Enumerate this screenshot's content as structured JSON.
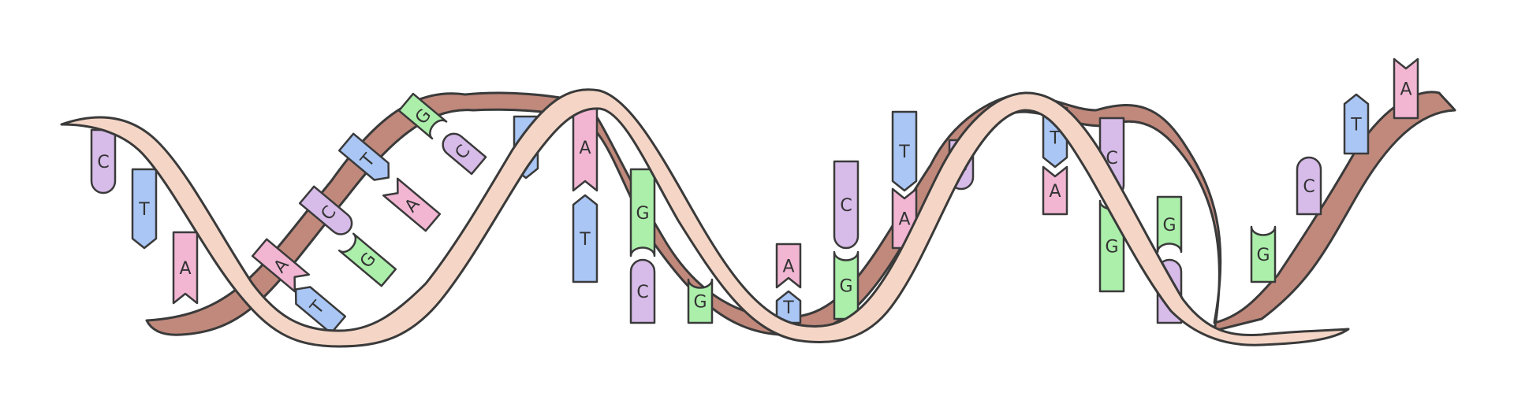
{
  "diagram": {
    "colors": {
      "outline": "#3a3a3a",
      "strand_back": "#c0897c",
      "strand_front": "#f5d6c6",
      "A": "#f2b6d3",
      "T": "#a9c6f5",
      "G": "#abefaa",
      "C": "#d7bbe9"
    },
    "bases": [
      {
        "id": "b01",
        "letter": "C"
      },
      {
        "id": "b02",
        "letter": "T"
      },
      {
        "id": "b03",
        "letter": "A"
      },
      {
        "id": "b04",
        "letter": "A"
      },
      {
        "id": "b05",
        "letter": "T"
      },
      {
        "id": "b06",
        "letter": "C"
      },
      {
        "id": "b07",
        "letter": "G"
      },
      {
        "id": "b08",
        "letter": "T"
      },
      {
        "id": "b09",
        "letter": "A"
      },
      {
        "id": "b10",
        "letter": "G"
      },
      {
        "id": "b11",
        "letter": "C"
      },
      {
        "id": "b12",
        "letter": "T"
      },
      {
        "id": "b13",
        "letter": "A"
      },
      {
        "id": "b14",
        "letter": "T"
      },
      {
        "id": "b15",
        "letter": "G"
      },
      {
        "id": "b16",
        "letter": "C"
      },
      {
        "id": "b17",
        "letter": "G"
      },
      {
        "id": "b18",
        "letter": "A"
      },
      {
        "id": "b19",
        "letter": "T"
      },
      {
        "id": "b20",
        "letter": "C"
      },
      {
        "id": "b21",
        "letter": "G"
      },
      {
        "id": "b22",
        "letter": "T"
      },
      {
        "id": "b23",
        "letter": "A"
      },
      {
        "id": "b24",
        "letter": "C"
      },
      {
        "id": "b25",
        "letter": "T"
      },
      {
        "id": "b26",
        "letter": "A"
      },
      {
        "id": "b27",
        "letter": "C"
      },
      {
        "id": "b28",
        "letter": "G"
      },
      {
        "id": "b29",
        "letter": "G"
      },
      {
        "id": "b30",
        "letter": "C"
      },
      {
        "id": "b31",
        "letter": "G"
      },
      {
        "id": "b32",
        "letter": "C"
      },
      {
        "id": "b33",
        "letter": "T"
      },
      {
        "id": "b34",
        "letter": "A"
      }
    ]
  }
}
